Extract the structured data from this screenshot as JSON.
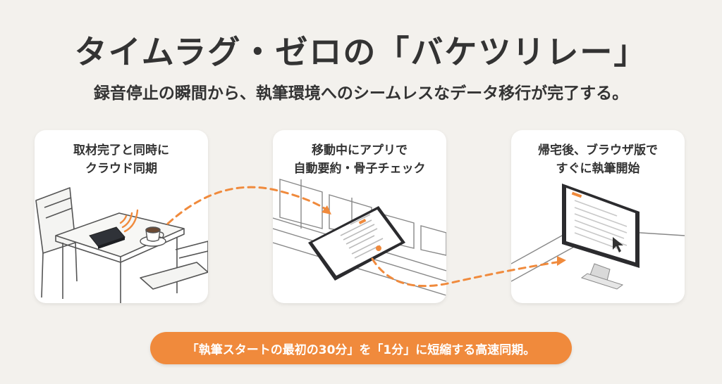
{
  "title": "タイムラグ・ゼロの「バケツリレー」",
  "subtitle": "録音停止の瞬間から、執筆環境へのシームレスなデータ移行が完了する。",
  "steps": [
    {
      "line1": "取材完了と同時に",
      "line2": "クラウド同期"
    },
    {
      "line1": "移動中にアプリで",
      "line2": "自動要約・骨子チェック"
    },
    {
      "line1": "帰宅後、ブラウザ版で",
      "line2": "すぐに執筆開始"
    }
  ],
  "summary": "「執筆スタートの最初の30分」を「1分」に短縮する高速同期。",
  "colors": {
    "accent": "#f08a3c",
    "background": "#f3f1ed",
    "card": "#ffffff",
    "line": "#555555"
  },
  "icons": [
    "wifi-icon",
    "recorder-device-icon",
    "coffee-cup-icon",
    "smartphone-icon",
    "monitor-icon",
    "cursor-icon"
  ]
}
